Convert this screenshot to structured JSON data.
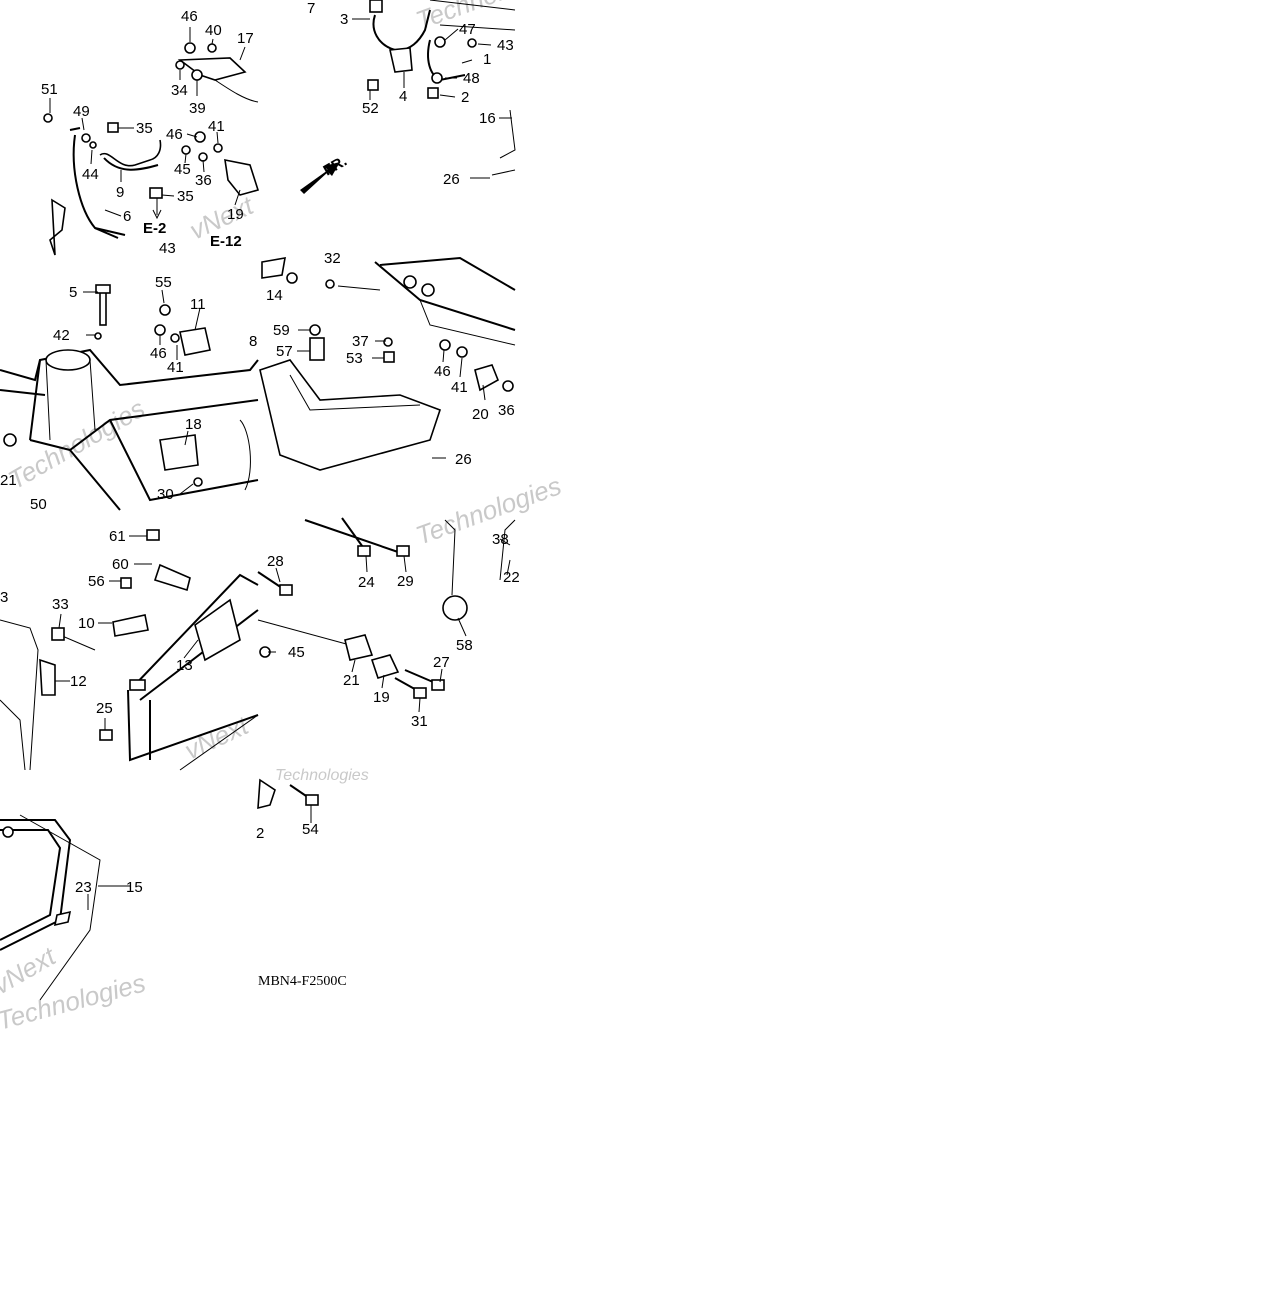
{
  "diagram": {
    "drawing_code": "MBN4-F2500C",
    "direction_label": "FR.",
    "references": [
      "E-2",
      "E-12"
    ],
    "watermarks": [
      "vNext",
      "Technologies"
    ],
    "part_labels": {
      "p1": "7",
      "p2": "3",
      "p3": "47",
      "p4": "43",
      "p5": "1",
      "p6": "48",
      "p7": "52",
      "p8": "4",
      "p9": "2",
      "p10": "16",
      "p11": "26",
      "p12": "46",
      "p13": "40",
      "p14": "17",
      "p15": "34",
      "p16": "39",
      "p17": "51",
      "p18": "49",
      "p19": "35",
      "p20": "46",
      "p21": "41",
      "p22": "44",
      "p23": "45",
      "p24": "36",
      "p25": "9",
      "p26": "35",
      "p27": "6",
      "p28": "19",
      "p29": "43",
      "p30": "5",
      "p31": "55",
      "p32": "11",
      "p33": "42",
      "p34": "46",
      "p35": "41",
      "p36": "8",
      "p37": "18",
      "p38": "30",
      "p39": "21",
      "p40": "50",
      "p41": "14",
      "p42": "59",
      "p43": "57",
      "p44": "37",
      "p45": "53",
      "p46": "46",
      "p47": "41",
      "p48": "20",
      "p49": "36",
      "p50": "26",
      "p51": "61",
      "p52": "60",
      "p53": "56",
      "p54": "33",
      "p55": "10",
      "p56": "12",
      "p57": "13",
      "p58": "25",
      "p59": "28",
      "p60": "24",
      "p61": "29",
      "p62": "38",
      "p63": "22",
      "p64": "45",
      "p65": "58",
      "p66": "27",
      "p67": "21",
      "p68": "19",
      "p69": "31",
      "p70": "54",
      "p71": "23",
      "p72": "15",
      "p73": "2",
      "p74": "32",
      "p75": "3"
    }
  }
}
